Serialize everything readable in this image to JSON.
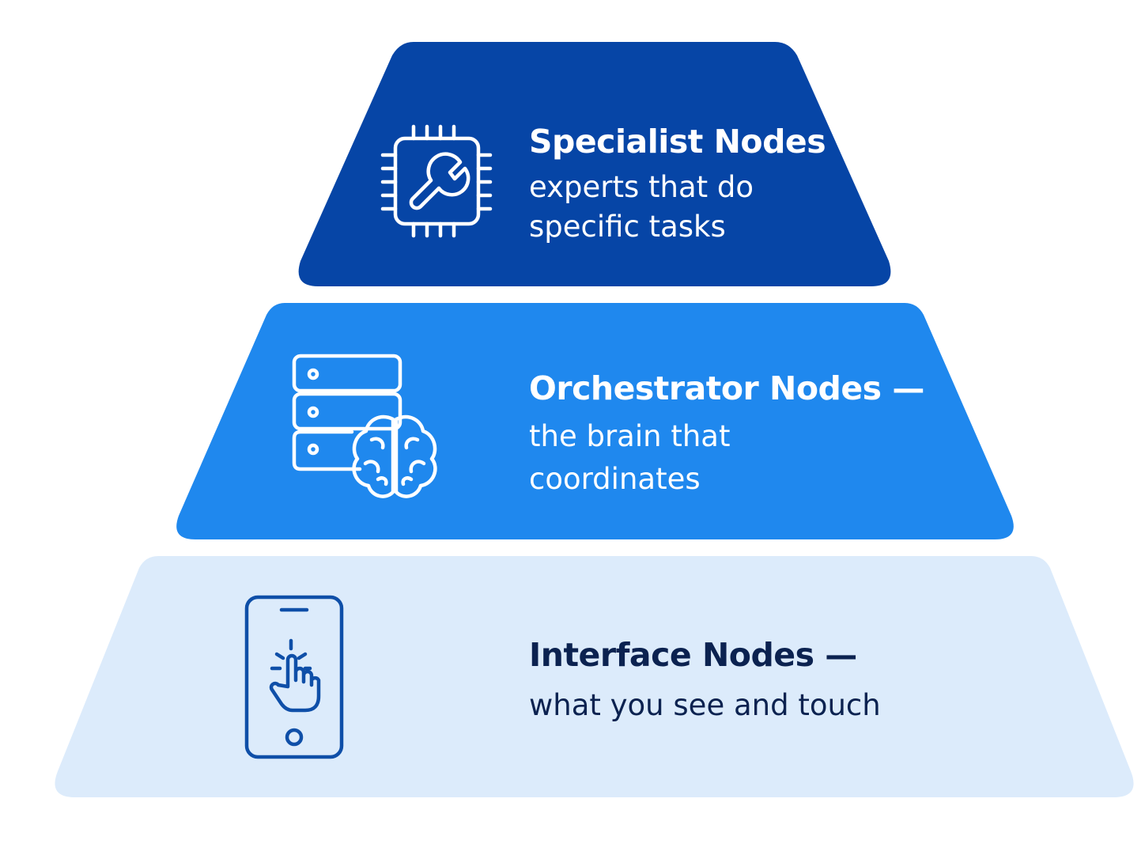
{
  "colors": {
    "top_fill": "#0645A6",
    "middle_fill": "#1F88EE",
    "bottom_fill": "#DCEBFB",
    "light_text": "#FFFFFF",
    "dark_text": "#0B2250",
    "dark_icon": "#0F4FA8"
  },
  "tiers": [
    {
      "title": "Specialist Nodes —",
      "description_lines": [
        "experts that do",
        "specific tasks"
      ],
      "icon": "chip-wrench-icon"
    },
    {
      "title": "Orchestrator Nodes —",
      "description_lines": [
        "the brain that",
        "coordinates"
      ],
      "icon": "server-brain-icon"
    },
    {
      "title": "Interface Nodes —",
      "description_lines": [
        "what you see and touch"
      ],
      "icon": "phone-tap-icon"
    }
  ]
}
